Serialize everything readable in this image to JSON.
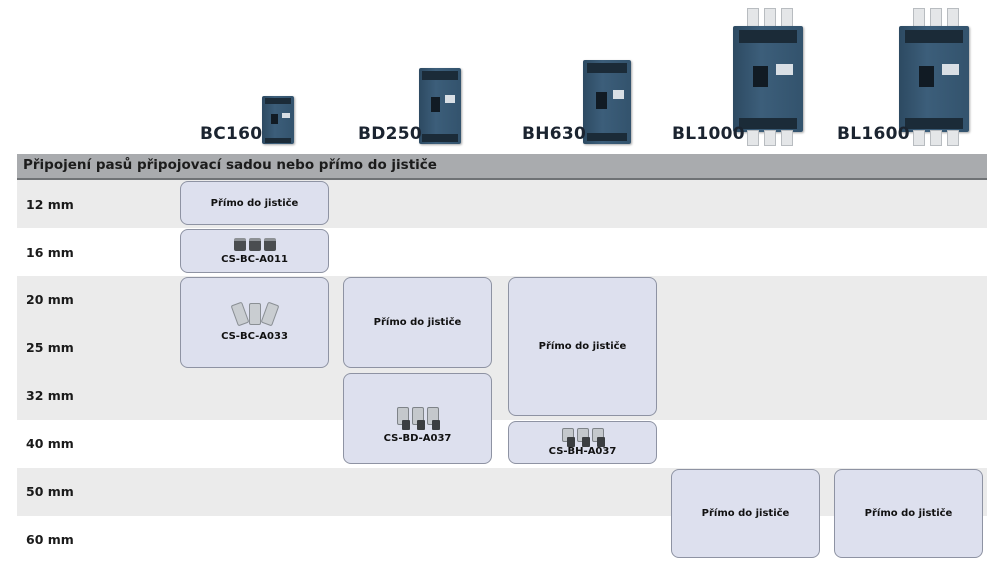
{
  "products": [
    {
      "name": "BC160"
    },
    {
      "name": "BD250"
    },
    {
      "name": "BH630"
    },
    {
      "name": "BL1000"
    },
    {
      "name": "BL1600"
    }
  ],
  "header": {
    "title": "Připojení pasů připojovací sadou nebo přímo do jističe"
  },
  "rows": [
    {
      "label": "12 mm"
    },
    {
      "label": "16 mm"
    },
    {
      "label": "20 mm"
    },
    {
      "label": "25 mm"
    },
    {
      "label": "32 mm"
    },
    {
      "label": "40 mm"
    },
    {
      "label": "50 mm"
    },
    {
      "label": "60 mm"
    }
  ],
  "cells": {
    "bc160_12": "Přímo do jističe",
    "bc160_16": "CS-BC-A011",
    "bc160_20_25": "CS-BC-A033",
    "bd250_20_25": "Přímo do jističe",
    "bd250_32_40": "CS-BD-A037",
    "bh630_20_32": "Přímo do jističe",
    "bh630_40": "CS-BH-A037",
    "bl1000_50_60": "Přímo do jističe",
    "bl1600_50_60": "Přímo do jističe"
  },
  "colors": {
    "header_bar": "#a9abae",
    "cell_fill": "#dde0ee",
    "row_shade": "#ebebeb",
    "breaker": "#34546e"
  }
}
